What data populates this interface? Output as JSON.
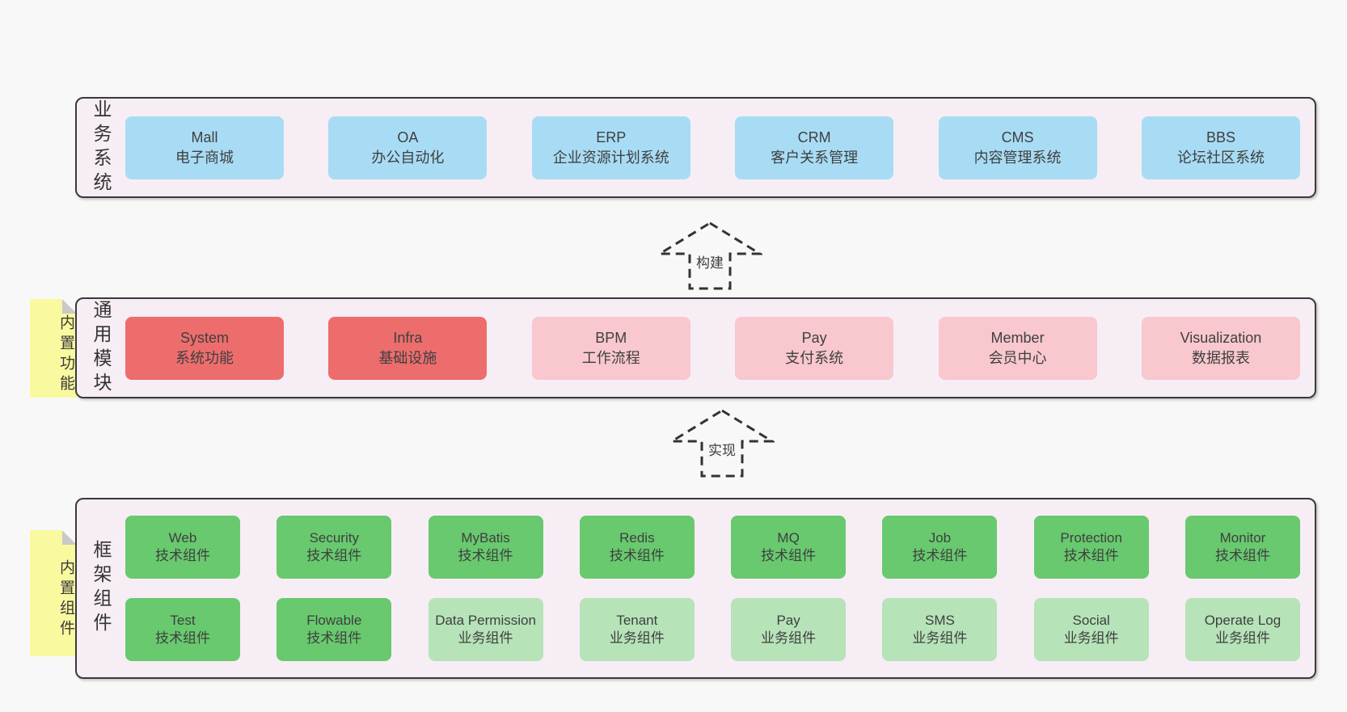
{
  "colors": {
    "background": "#f8f8f8",
    "panel_background": "#f7edf5",
    "panel_border": "#3a3a3a",
    "blue_box": "#a8dcf5",
    "red_box": "#ed6d6d",
    "pink_box": "#f9c7ce",
    "green_dark_box": "#68c96e",
    "green_light_box": "#b6e3b8",
    "note_yellow": "#f9f9a0",
    "note_fold_gray": "#c9c9c9",
    "text": "#3d3d3d"
  },
  "arrows": [
    {
      "label": "构建"
    },
    {
      "label": "实现"
    }
  ],
  "layers": [
    {
      "label": "业务系统",
      "boxes": [
        {
          "title": "Mall",
          "subtitle": "电子商城"
        },
        {
          "title": "OA",
          "subtitle": "办公自动化"
        },
        {
          "title": "ERP",
          "subtitle": "企业资源计划系统"
        },
        {
          "title": "CRM",
          "subtitle": "客户关系管理"
        },
        {
          "title": "CMS",
          "subtitle": "内容管理系统"
        },
        {
          "title": "BBS",
          "subtitle": "论坛社区系统"
        }
      ]
    },
    {
      "label": "通用模块",
      "note": "内置功能",
      "boxes": [
        {
          "title": "System",
          "subtitle": "系统功能"
        },
        {
          "title": "Infra",
          "subtitle": "基础设施"
        },
        {
          "title": "BPM",
          "subtitle": "工作流程"
        },
        {
          "title": "Pay",
          "subtitle": "支付系统"
        },
        {
          "title": "Member",
          "subtitle": "会员中心"
        },
        {
          "title": "Visualization",
          "subtitle": "数据报表"
        }
      ]
    },
    {
      "label": "框架组件",
      "note": "内置组件",
      "row1": [
        {
          "title": "Web",
          "subtitle": "技术组件"
        },
        {
          "title": "Security",
          "subtitle": "技术组件"
        },
        {
          "title": "MyBatis",
          "subtitle": "技术组件"
        },
        {
          "title": "Redis",
          "subtitle": "技术组件"
        },
        {
          "title": "MQ",
          "subtitle": "技术组件"
        },
        {
          "title": "Job",
          "subtitle": "技术组件"
        },
        {
          "title": "Protection",
          "subtitle": "技术组件"
        },
        {
          "title": "Monitor",
          "subtitle": "技术组件"
        }
      ],
      "row2": [
        {
          "title": "Test",
          "subtitle": "技术组件"
        },
        {
          "title": "Flowable",
          "subtitle": "技术组件"
        },
        {
          "title": "Data Permission",
          "subtitle": "业务组件"
        },
        {
          "title": "Tenant",
          "subtitle": "业务组件"
        },
        {
          "title": "Pay",
          "subtitle": "业务组件"
        },
        {
          "title": "SMS",
          "subtitle": "业务组件"
        },
        {
          "title": "Social",
          "subtitle": "业务组件"
        },
        {
          "title": "Operate Log",
          "subtitle": "业务组件"
        }
      ]
    }
  ]
}
